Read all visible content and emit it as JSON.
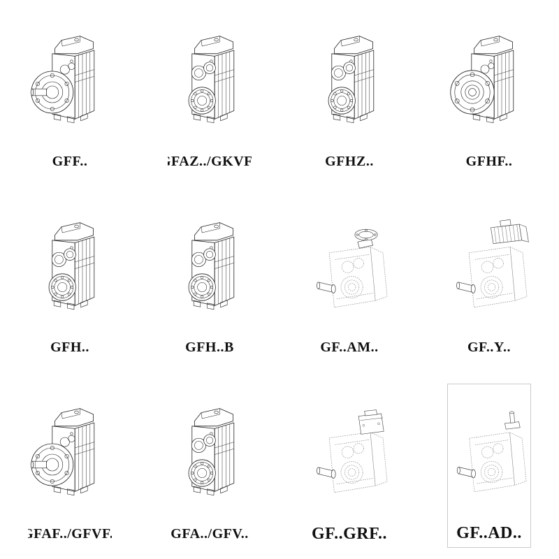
{
  "page": {
    "background_color": "#ffffff",
    "line_color": "#1f1f1f",
    "phantom_line_color": "#909090",
    "accent_line_color": "#4a4a4a"
  },
  "catalog": {
    "columns": 4,
    "rows": 3,
    "cells": [
      {
        "label": "GFF..",
        "drawing": "gearbox-flange-shaft-drawing"
      },
      {
        "label": "GFAZ../GKVF..",
        "drawing": "gearbox-hollow-bore-drawing"
      },
      {
        "label": "GFHZ..",
        "drawing": "gearbox-hollow-bore-drawing"
      },
      {
        "label": "GFHF..",
        "drawing": "gearbox-flange-face-drawing"
      },
      {
        "label": "GFH..",
        "drawing": "gearbox-hollow-bore-drawing"
      },
      {
        "label": "GFH..B",
        "drawing": "gearbox-hollow-bore-drawing"
      },
      {
        "label": "GF..AM..",
        "drawing": "gearbox-motor-adapter-flange-drawing"
      },
      {
        "label": "GF..Y..",
        "drawing": "gearbox-with-motor-drawing"
      },
      {
        "label": "GFAF../GFVF..",
        "drawing": "gearbox-flange-shaft-drawing"
      },
      {
        "label": "GFA../GFV..",
        "drawing": "gearbox-hollow-bore-drawing"
      },
      {
        "label": "GF..GRF..",
        "drawing": "gearbox-adapter-box-drawing"
      },
      {
        "label": "GF..AD..",
        "drawing": "gearbox-input-shaft-adapter-drawing"
      }
    ]
  }
}
